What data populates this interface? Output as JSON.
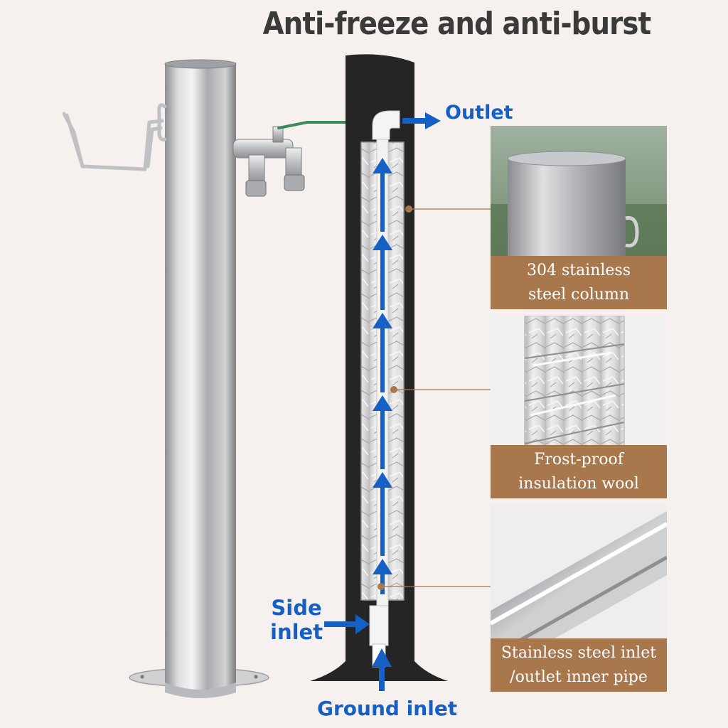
{
  "title": "Anti-freeze and anti-burst",
  "labels": {
    "outlet": "Outlet",
    "side_inlet_line1": "Side",
    "side_inlet_line2": "inlet",
    "ground_inlet": "Ground inlet"
  },
  "panels": [
    {
      "caption_line1": "304 stainless",
      "caption_line2": "steel column"
    },
    {
      "caption_line1": "Frost-proof",
      "caption_line2": "insulation wool"
    },
    {
      "caption_line1": "Stainless steel inlet",
      "caption_line2": "/outlet inner pipe"
    }
  ],
  "colors": {
    "background": "#f6f1ee",
    "title": "#3a3a3a",
    "arrow_blue": "#1560c4",
    "column_dark": "#252525",
    "caption_bg": "#a9774c",
    "leader_line": "#a9774c"
  },
  "icons": [
    "flow-arrow-icon",
    "leader-dot-icon"
  ]
}
